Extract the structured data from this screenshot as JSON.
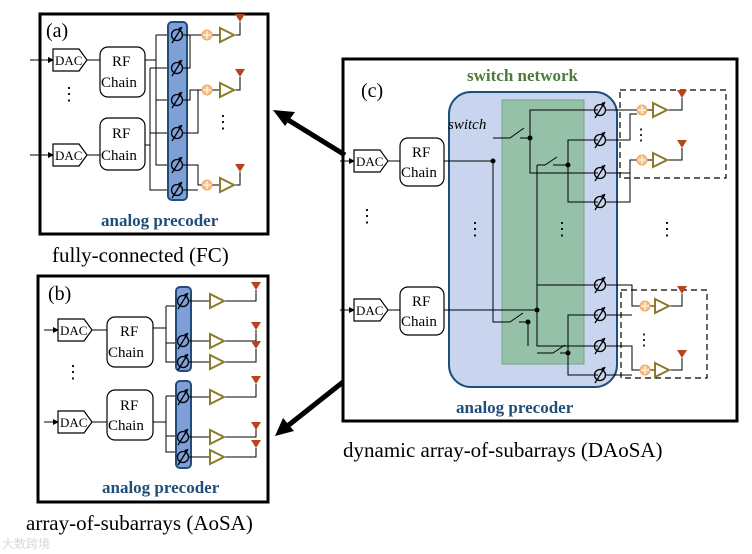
{
  "panels": {
    "a": {
      "label": "(a)",
      "caption": "fully-connected (FC)",
      "precoder_label": "analog precoder",
      "dac": "DAC",
      "rf_line1": "RF",
      "rf_line2": "Chain"
    },
    "b": {
      "label": "(b)",
      "caption": "array-of-subarrays (AoSA)",
      "precoder_label": "analog precoder",
      "dac": "DAC",
      "rf_line1": "RF",
      "rf_line2": "Chain"
    },
    "c": {
      "label": "(c)",
      "caption": "dynamic array-of-subarrays (DAoSA)",
      "precoder_label": "analog precoder",
      "switch_network_label": "switch network",
      "switch_label": "switch",
      "dac": "DAC",
      "rf_line1": "RF",
      "rf_line2": "Chain"
    }
  },
  "colors": {
    "precoder_fill": "#7f9fd8",
    "precoder_border": "#1f4e79",
    "precoder_text": "#1f4e79",
    "switch_net_fill": "#8fbfa0",
    "switch_net_text": "#4e7a3a",
    "dynamic_bg": "#c9d5ee",
    "amp": "#8a7a2a",
    "antenna": "#b5461b",
    "adder": "#f0a860"
  },
  "watermark": "大数跨境"
}
